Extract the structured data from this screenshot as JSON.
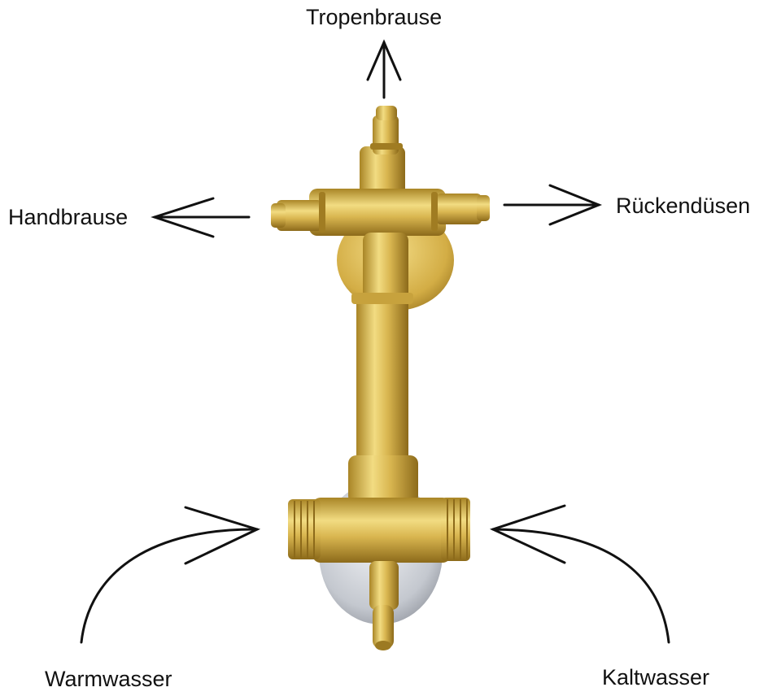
{
  "labels": {
    "top": "Tropenbrause",
    "left": "Handbrause",
    "right": "Rückendüsen",
    "bottom_left": "Warmwasser",
    "bottom_right": "Kaltwasser"
  },
  "colors": {
    "text": "#111111",
    "arrow": "#111111",
    "brass_light": "#f0d77a",
    "brass_mid": "#d4b04a",
    "brass_dark": "#9c7a22",
    "chrome": "#c9ccd2"
  }
}
